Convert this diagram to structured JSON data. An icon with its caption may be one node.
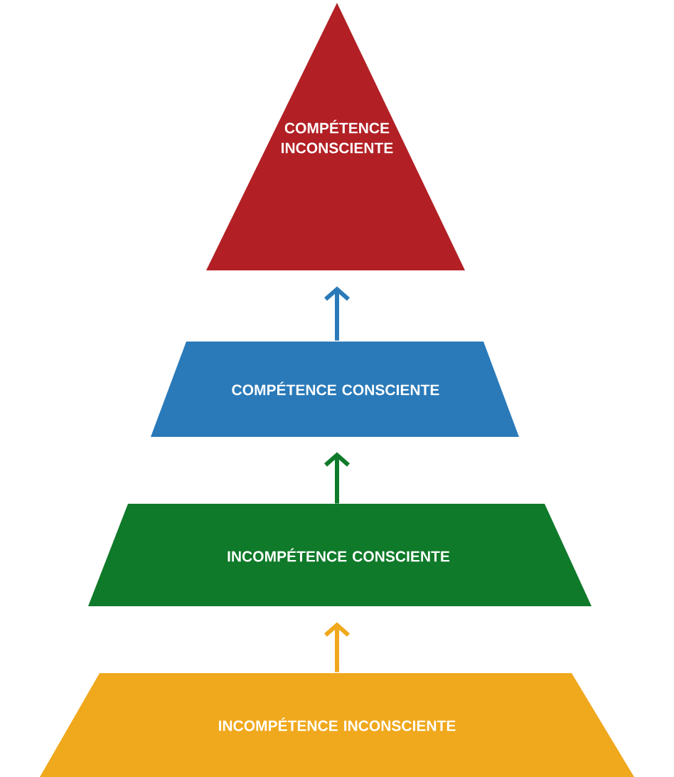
{
  "diagram": {
    "nodes": [
      {
        "text": [
          "COMPÉTENCE INCONSCIENTE"
        ]
      },
      {
        "text": [
          "COMPÉTENCE CONSCIENTE"
        ]
      },
      {
        "text": [
          "INCOMPÉTENCE CONSCIENTE"
        ]
      },
      {
        "text": [
          "INCOMPÉTENCE INCONSCIENTE"
        ]
      }
    ],
    "edges": [
      {
        "from": 3,
        "to": 2,
        "arrow": "to",
        "color": "#f0a81c"
      },
      {
        "from": 2,
        "to": 1,
        "arrow": "to",
        "color": "#0f7a2a"
      },
      {
        "from": 1,
        "to": 0,
        "arrow": "to",
        "color": "#2a7ab9"
      }
    ]
  }
}
